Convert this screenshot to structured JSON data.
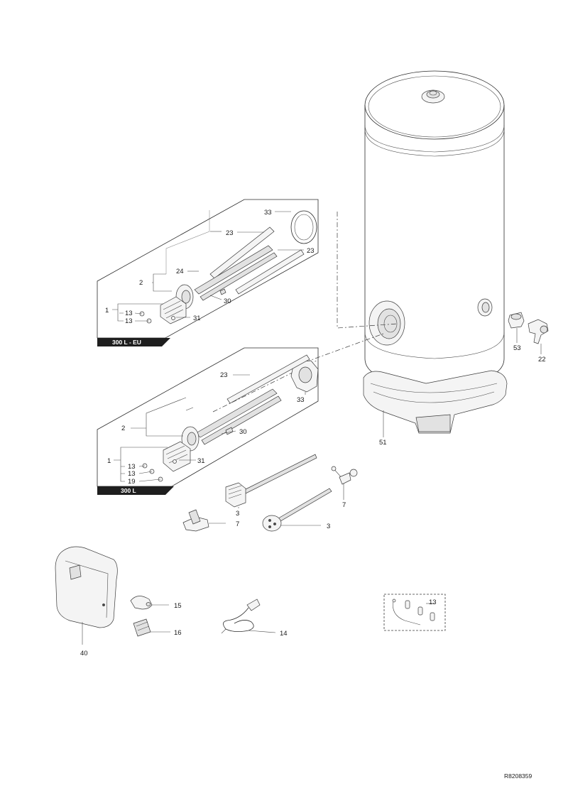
{
  "labels": {
    "l33a": "33",
    "l23a": "23",
    "l23b": "23",
    "l24": "24",
    "l2a": "2",
    "l30a": "30",
    "l1a": "1",
    "l13a": "13",
    "l13b": "13",
    "l31a": "31",
    "l23c": "23",
    "l33b": "33",
    "l2b": "2",
    "l30b": "30",
    "l1b": "1",
    "l13c": "13",
    "l13d": "13",
    "l19": "19",
    "l31b": "31",
    "l53": "53",
    "l22": "22",
    "l51": "51",
    "l3a": "3",
    "l7a": "7",
    "l7b": "7",
    "l3b": "3",
    "l15": "15",
    "l16": "16",
    "l14": "14",
    "l40": "40",
    "l13e": "13"
  },
  "tags": {
    "top_variant": "300 L - EU",
    "bottom_variant": "300 L"
  },
  "reference": "R8208359"
}
